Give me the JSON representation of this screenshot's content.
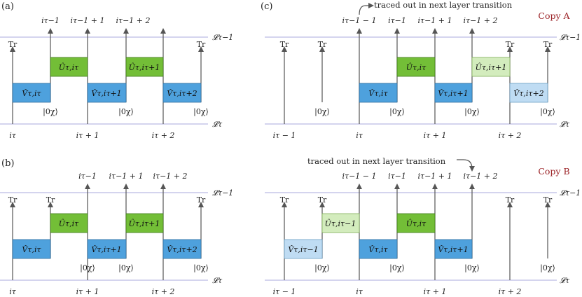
{
  "panels": [
    {
      "label": "(a)"
    },
    {
      "label": "(b)"
    },
    {
      "label": "(c)"
    }
  ],
  "layers": {
    "top": "𝓛τ−1",
    "bottom": "𝓛τ"
  },
  "trace": "Tr",
  "ancilla": "|0χ⟩",
  "indices_top": [
    "iτ−1 − 1",
    "iτ−1",
    "iτ−1 + 1",
    "iτ−1 + 2"
  ],
  "indices_bottom": [
    "iτ − 1",
    "iτ",
    "iτ + 1",
    "iτ + 2"
  ],
  "gates": {
    "V0": "V̂τ,iτ",
    "V1": "V̂τ,iτ+1",
    "V2": "V̂τ,iτ+2",
    "Vm1": "V̂τ,iτ−1",
    "U0": "Ûτ,iτ",
    "U1": "Ûτ,iτ+1",
    "Um1": "Ûτ,iτ−1"
  },
  "copies": {
    "a": "Copy A",
    "b": "Copy B"
  },
  "annotation": "traced out in next layer transition"
}
